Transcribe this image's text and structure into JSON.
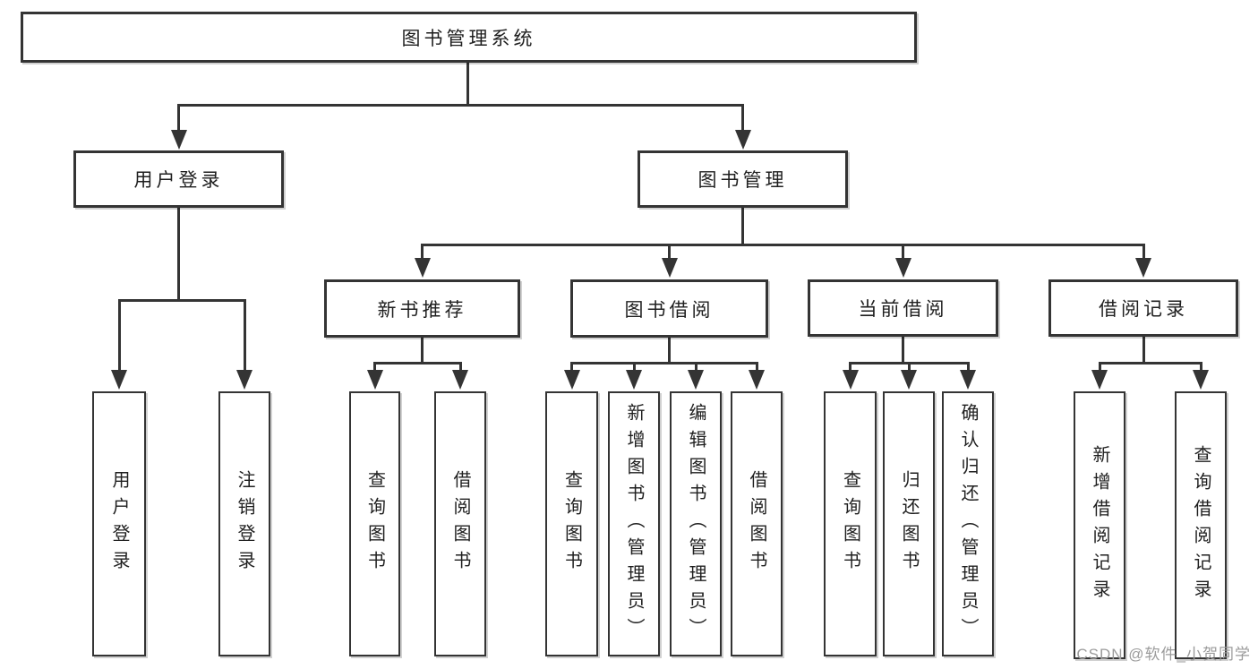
{
  "diagram": {
    "root": "图书管理系统",
    "level2": [
      "用户登录",
      "图书管理"
    ],
    "level3": [
      "新书推荐",
      "图书借阅",
      "当前借阅",
      "借阅记录"
    ],
    "leaves": [
      "用户登录",
      "注销登录",
      "查询图书",
      "借阅图书",
      "查询图书",
      "新增图书（管理员）",
      "编辑图书（管理员）",
      "借阅图书",
      "查询图书",
      "归还图书",
      "确认归还（管理员）",
      "新增借阅记录",
      "查询借阅记录"
    ]
  },
  "watermark": "CSDN @软件_小贺同学",
  "colors": {
    "line": "#343434",
    "text": "#1f1f1f",
    "background": "#ffffff",
    "watermark": "#9b9b9b"
  }
}
